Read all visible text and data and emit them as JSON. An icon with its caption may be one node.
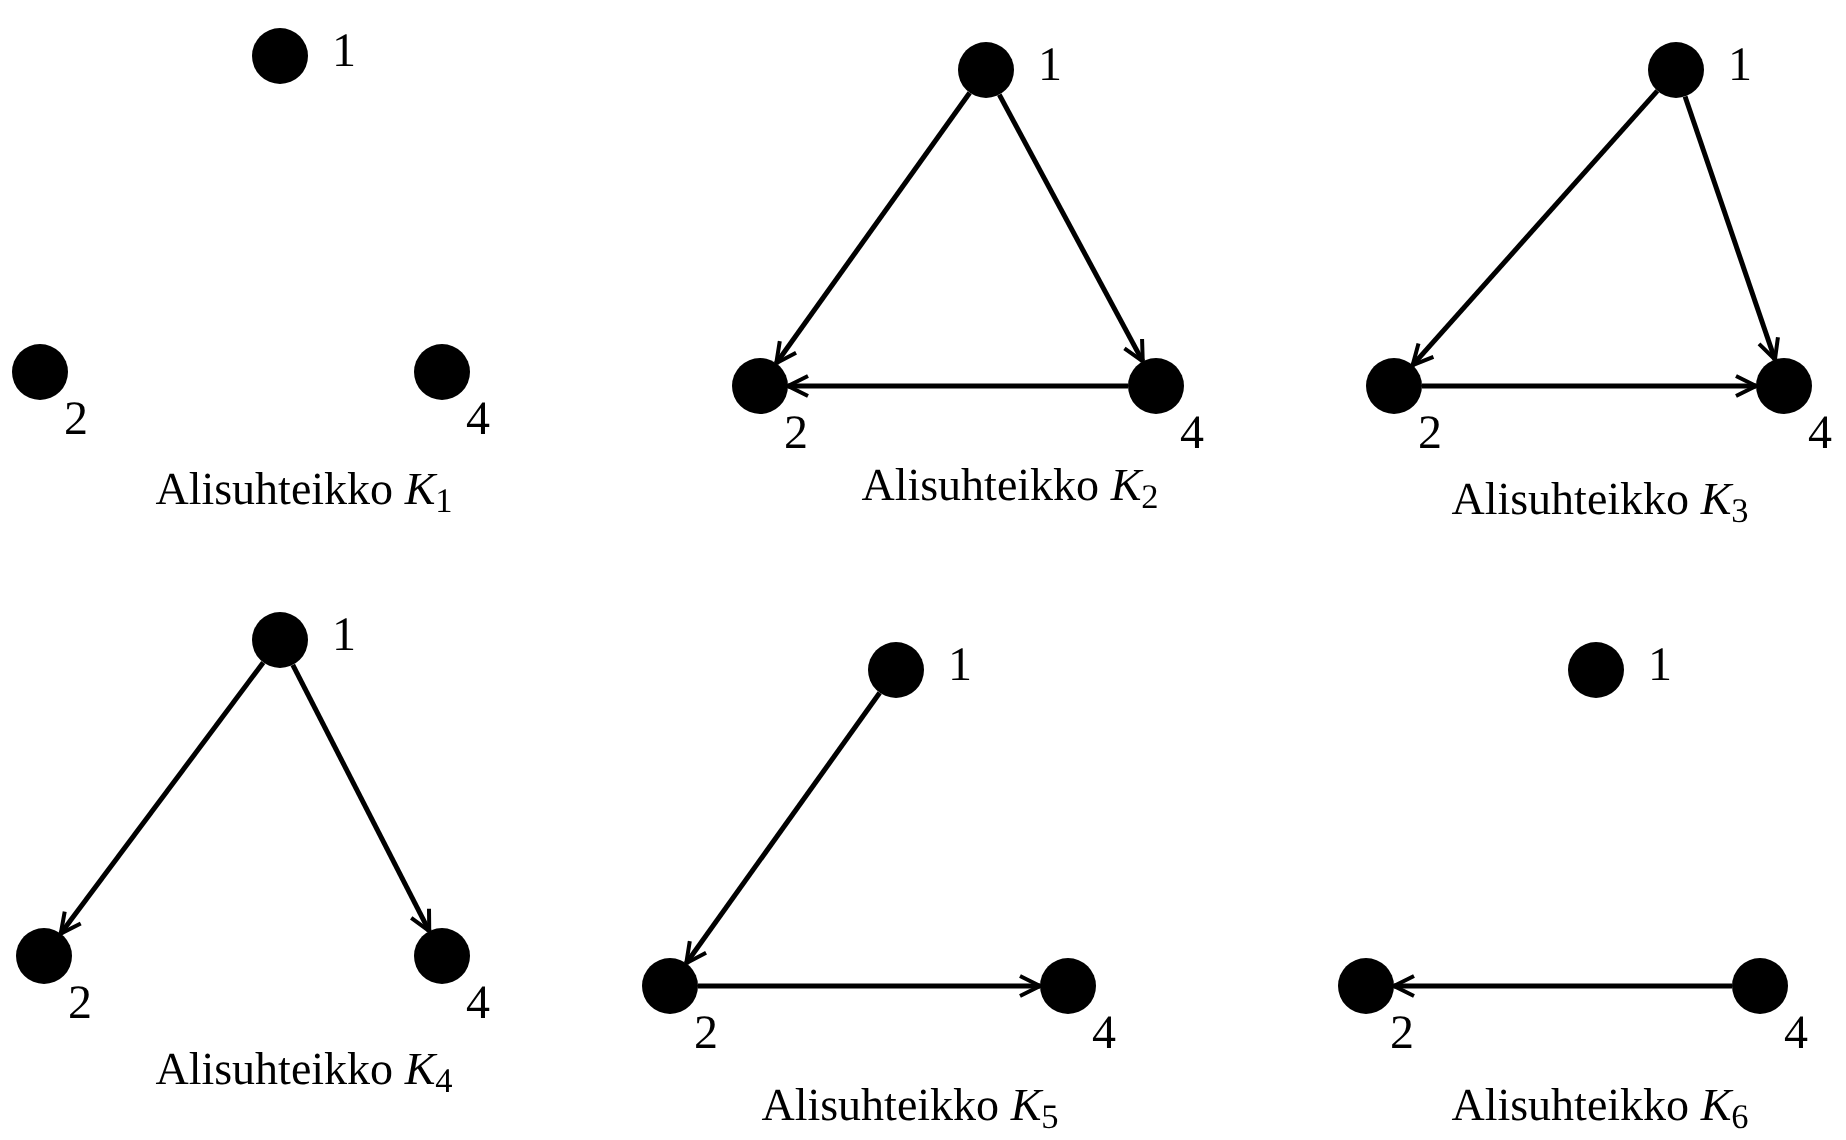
{
  "diagram": {
    "nodes": [
      {
        "text": [],
        "shape": "circle",
        "beside": [
          "1"
        ]
      },
      {
        "text": [],
        "shape": "circle",
        "beside": [
          "2"
        ]
      },
      {
        "text": [],
        "shape": "circle",
        "beside": [
          "4"
        ]
      },
      {
        "text": [],
        "shape": "circle",
        "beside": [
          "1"
        ]
      },
      {
        "text": [],
        "shape": "circle",
        "beside": [
          "2"
        ]
      },
      {
        "text": [],
        "shape": "circle",
        "beside": [
          "4"
        ]
      },
      {
        "text": [],
        "shape": "circle",
        "beside": [
          "1"
        ]
      },
      {
        "text": [],
        "shape": "circle",
        "beside": [
          "2"
        ]
      },
      {
        "text": [],
        "shape": "circle",
        "beside": [
          "4"
        ]
      },
      {
        "text": [],
        "shape": "circle",
        "beside": [
          "1"
        ]
      },
      {
        "text": [],
        "shape": "circle",
        "beside": [
          "2"
        ]
      },
      {
        "text": [],
        "shape": "circle",
        "beside": [
          "4"
        ]
      },
      {
        "text": [],
        "shape": "circle",
        "beside": [
          "1"
        ]
      },
      {
        "text": [],
        "shape": "circle",
        "beside": [
          "2"
        ]
      },
      {
        "text": [],
        "shape": "circle",
        "beside": [
          "4"
        ]
      },
      {
        "text": [],
        "shape": "circle",
        "beside": [
          "1"
        ]
      },
      {
        "text": [],
        "shape": "circle",
        "beside": [
          "2"
        ]
      },
      {
        "text": [],
        "shape": "circle",
        "beside": [
          "4"
        ]
      }
    ],
    "edges": [
      {
        "from": 3,
        "to": 4,
        "arrow": "to"
      },
      {
        "from": 3,
        "to": 5,
        "arrow": "to"
      },
      {
        "from": 5,
        "to": 4,
        "arrow": "to"
      },
      {
        "from": 6,
        "to": 7,
        "arrow": "to"
      },
      {
        "from": 6,
        "to": 8,
        "arrow": "to"
      },
      {
        "from": 7,
        "to": 8,
        "arrow": "to"
      },
      {
        "from": 9,
        "to": 10,
        "arrow": "to"
      },
      {
        "from": 9,
        "to": 11,
        "arrow": "to"
      },
      {
        "from": 12,
        "to": 13,
        "arrow": "to"
      },
      {
        "from": 13,
        "to": 14,
        "arrow": "to"
      },
      {
        "from": 17,
        "to": 16,
        "arrow": "to"
      }
    ],
    "labels": [
      "Alisuhteikko *K*$_{1}$",
      "Alisuhteikko *K*$_{2}$",
      "Alisuhteikko *K*$_{3}$",
      "Alisuhteikko *K*$_{4}$",
      "Alisuhteikko *K*$_{5}$",
      "Alisuhteikko *K*$_{6}$"
    ]
  }
}
